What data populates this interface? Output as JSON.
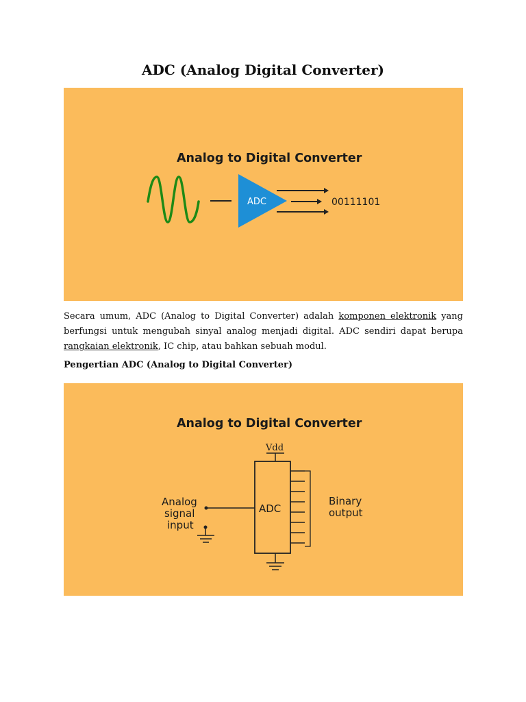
{
  "document": {
    "title": "ADC (Analog Digital Converter)"
  },
  "figure1": {
    "title": "Analog to Digital Converter",
    "block_label": "ADC",
    "output_value": "00111101",
    "colors": {
      "background": "#fbbb5b",
      "wave": "#1e8a16",
      "triangle": "#1e8fd6"
    }
  },
  "paragraph1": {
    "text_1": "Secara umum, ADC (Analog to Digital Converter) adalah ",
    "link_1": "komponen elektronik",
    "text_2": " yang berfungsi untuk mengubah sinyal analog menjadi digital. ADC sendiri dapat berupa ",
    "link_2": "rangkaian elektronik",
    "text_3": ", IC chip, atau bahkan sebuah modul."
  },
  "section": {
    "heading": "Pengertian ADC (Analog to Digital Converter)"
  },
  "figure2": {
    "title": "Analog to Digital Converter",
    "vdd_label": "Vdd",
    "block_label": "ADC",
    "input_label_line1": "Analog",
    "input_label_line2": "signal",
    "input_label_line3": "input",
    "output_label_line1": "Binary",
    "output_label_line2": "output",
    "colors": {
      "background": "#fbbb5b"
    }
  }
}
